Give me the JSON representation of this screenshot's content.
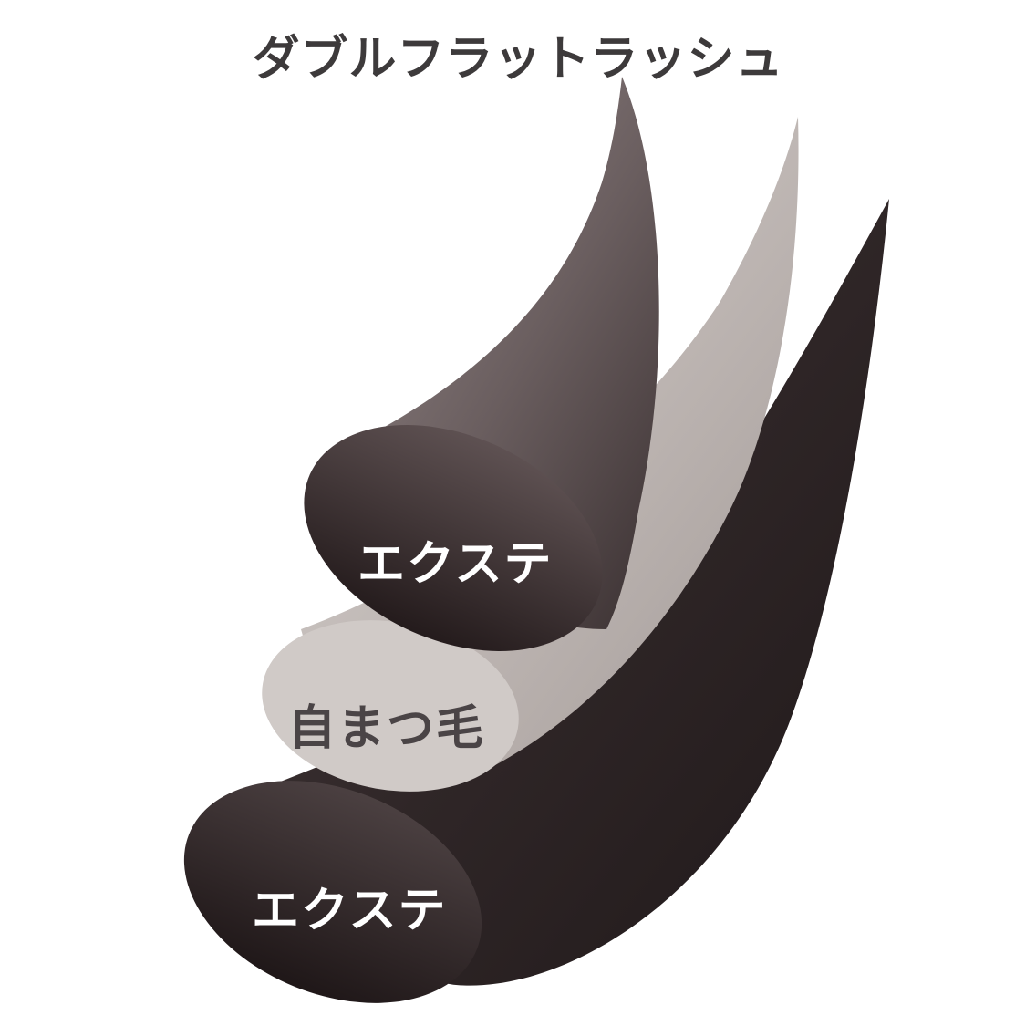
{
  "diagram": {
    "title": "ダブルフラットラッシュ",
    "layers": [
      {
        "id": "top",
        "label": "エクステ",
        "color": "#4a3f40"
      },
      {
        "id": "middle",
        "label": "自まつ毛",
        "color": "#cbc5c2"
      },
      {
        "id": "bottom",
        "label": "エクステ",
        "color": "#2e2627"
      }
    ],
    "colors": {
      "extension_light": "#8a7e7e",
      "extension_dark": "#231b1c",
      "natural_light": "#dcd8d5",
      "natural_dark": "#aaa3a0",
      "title_text": "#3d3a3b"
    }
  }
}
